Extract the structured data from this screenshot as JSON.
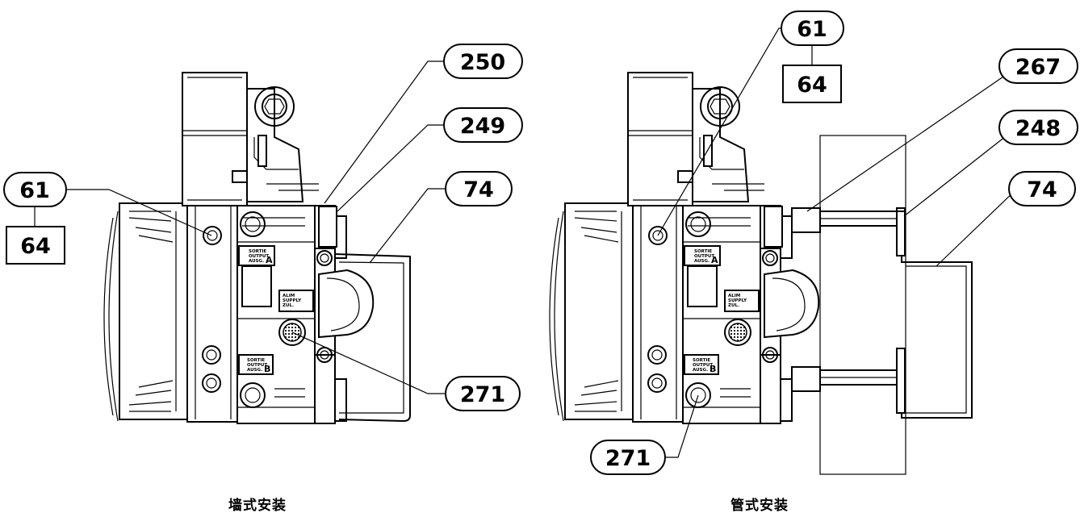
{
  "captions": {
    "left": "墙式安装",
    "right": "管式安装"
  },
  "callouts": {
    "left": {
      "c61": "61",
      "c64": "64",
      "c250": "250",
      "c249": "249",
      "c74": "74",
      "c271": "271"
    },
    "right": {
      "c61": "61",
      "c64": "64",
      "c267": "267",
      "c248": "248",
      "c74": "74",
      "c271": "271"
    }
  },
  "port_labels": {
    "output_a": [
      "SORTIE",
      "OUTPUT",
      "AUSG."
    ],
    "output_a_letter": "A",
    "supply": [
      "ALIM",
      "SUPPLY",
      "ZUL."
    ],
    "output_b": [
      "SORTIE",
      "OUTPUT",
      "AUSG."
    ],
    "output_b_letter": "B"
  }
}
